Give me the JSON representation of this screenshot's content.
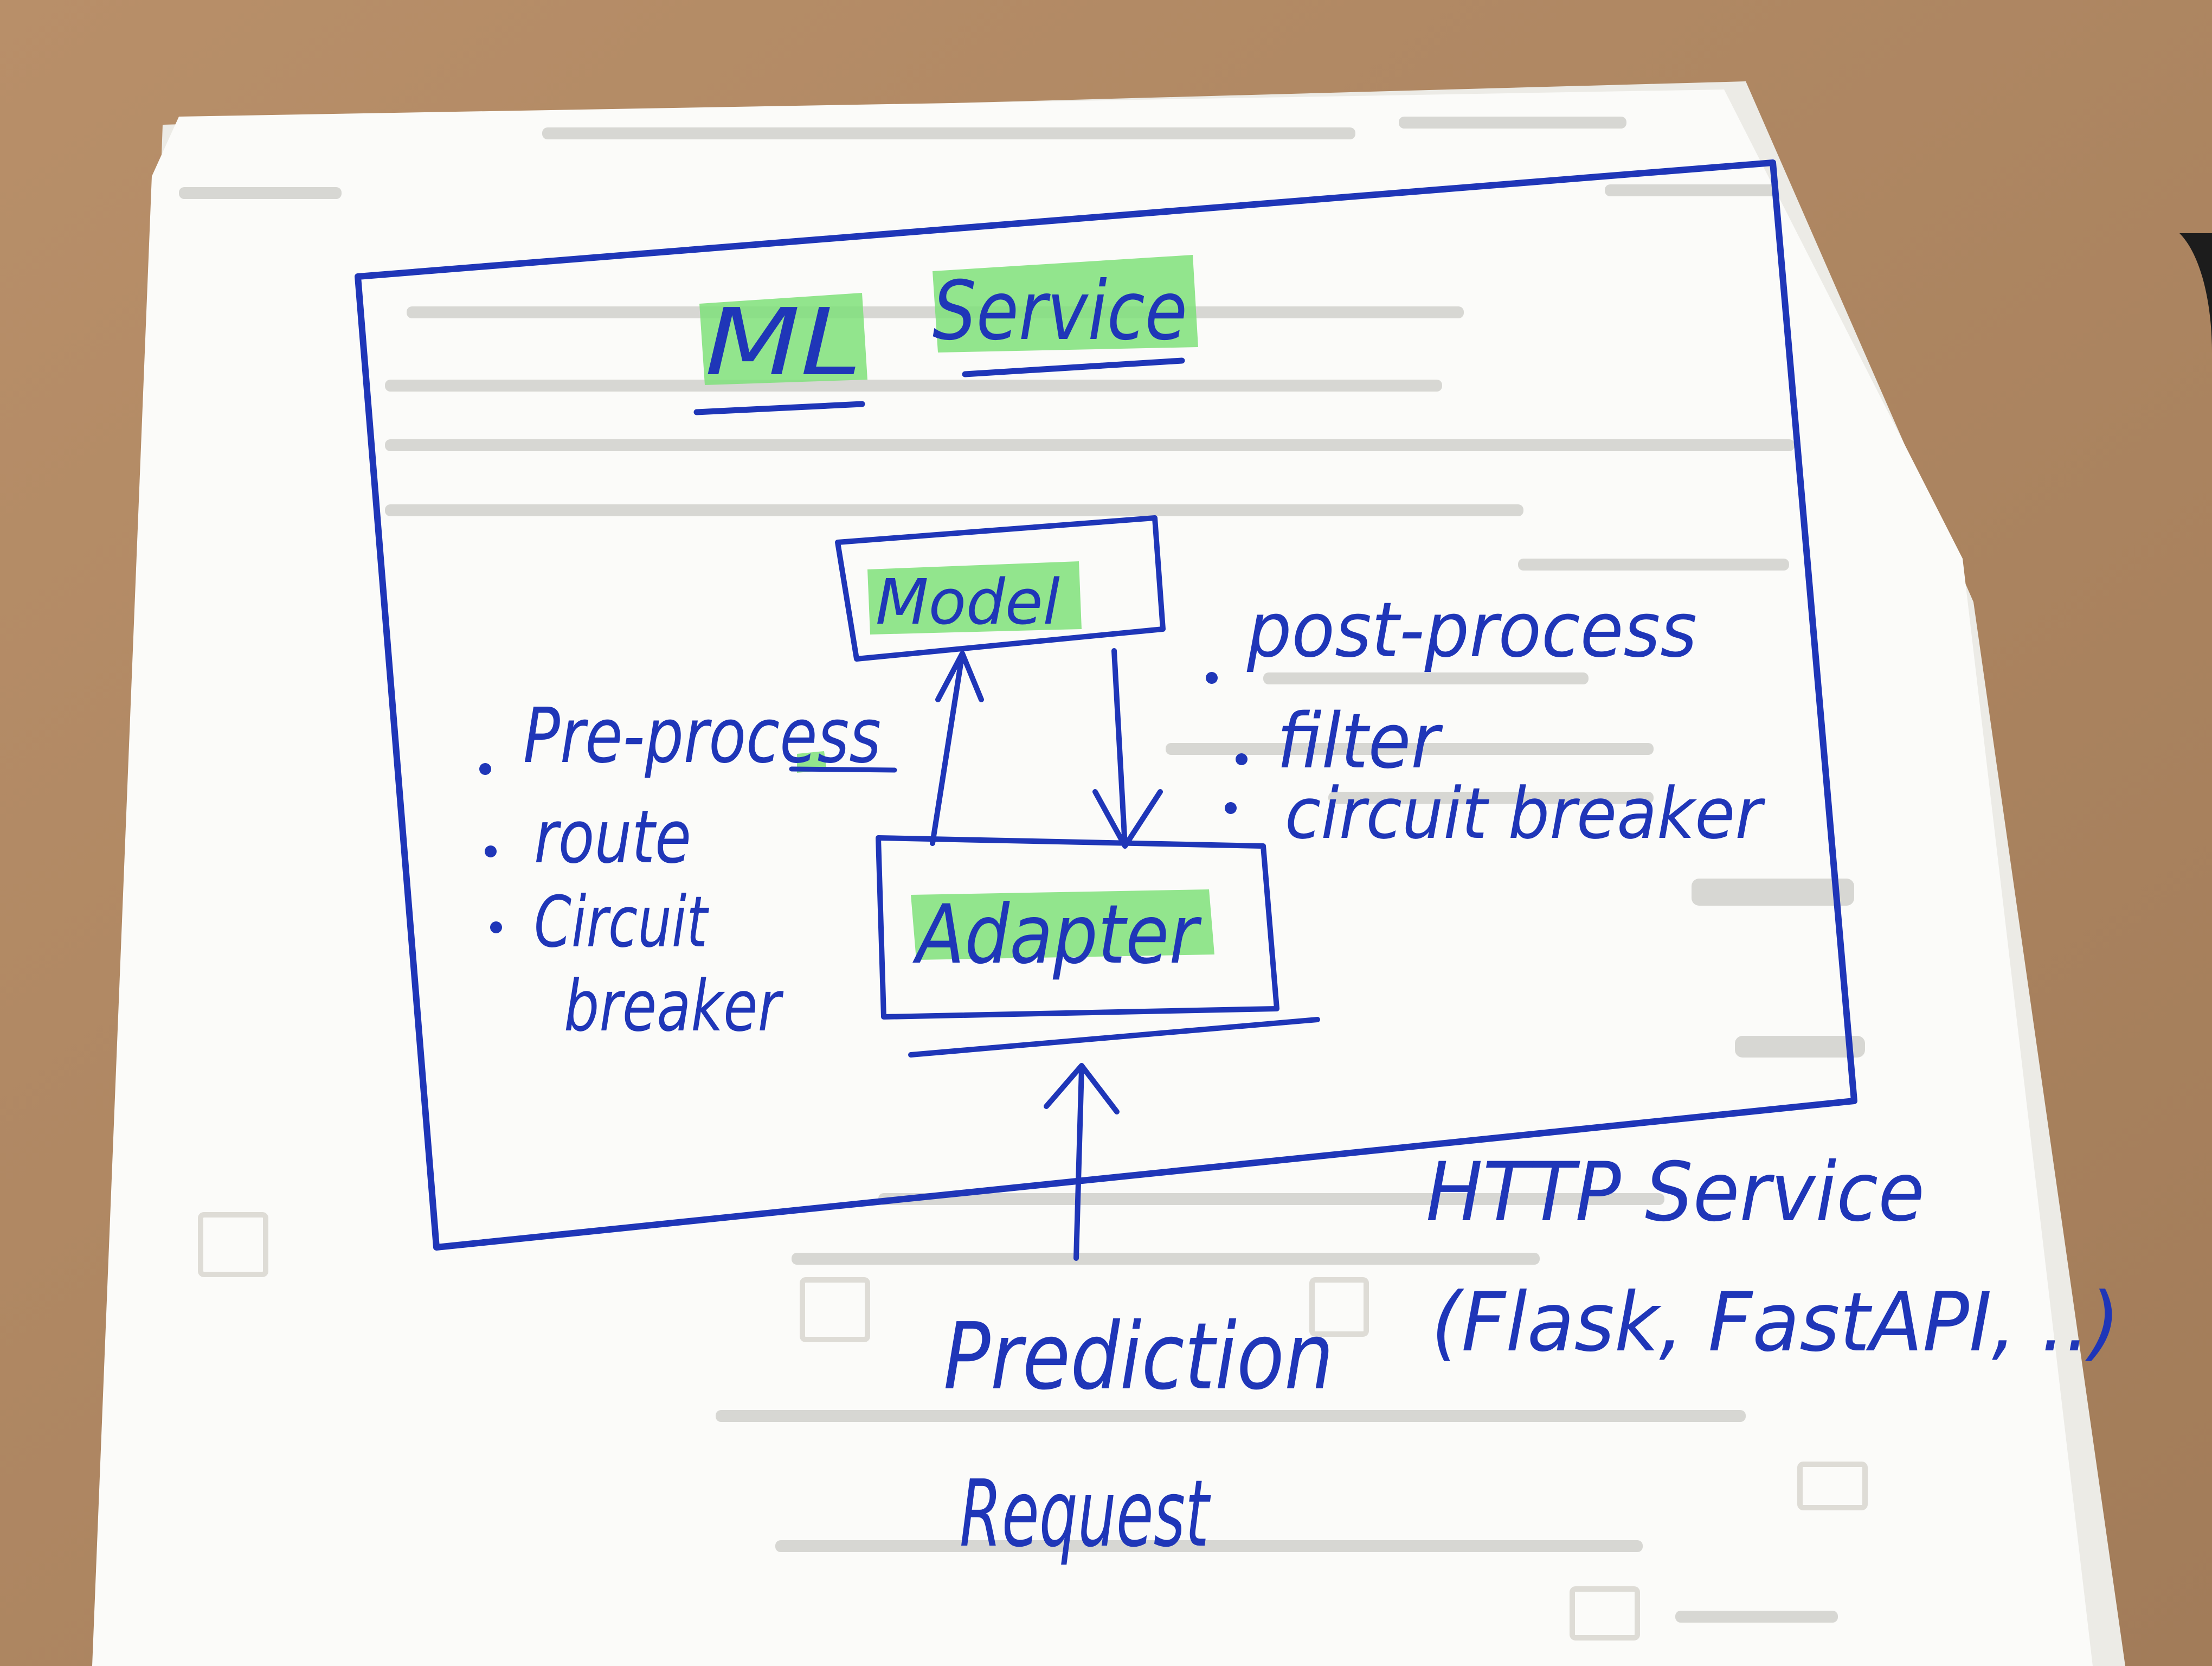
{
  "diagram": {
    "title_part1": "ML",
    "title_part2": "Service",
    "model_label": "Model",
    "adapter_label": "Adapter",
    "left_notes": {
      "b1": "Pre-process",
      "b2": "route",
      "b3a": "Circuit",
      "b3b": "breaker"
    },
    "right_notes": {
      "b1": "post-process",
      "b2": "filter",
      "b3": "circuit breaker"
    },
    "http_service": {
      "line1": "HTTP Service",
      "line2": "(Flask, FastAPI, ..)"
    },
    "prediction_request": {
      "line1": "Prediction",
      "line2": "Request"
    }
  },
  "colors": {
    "ink": "#1f36b8",
    "highlight": "#7fe07a",
    "paper": "#fbfbf9",
    "desk": "#b08a66"
  }
}
